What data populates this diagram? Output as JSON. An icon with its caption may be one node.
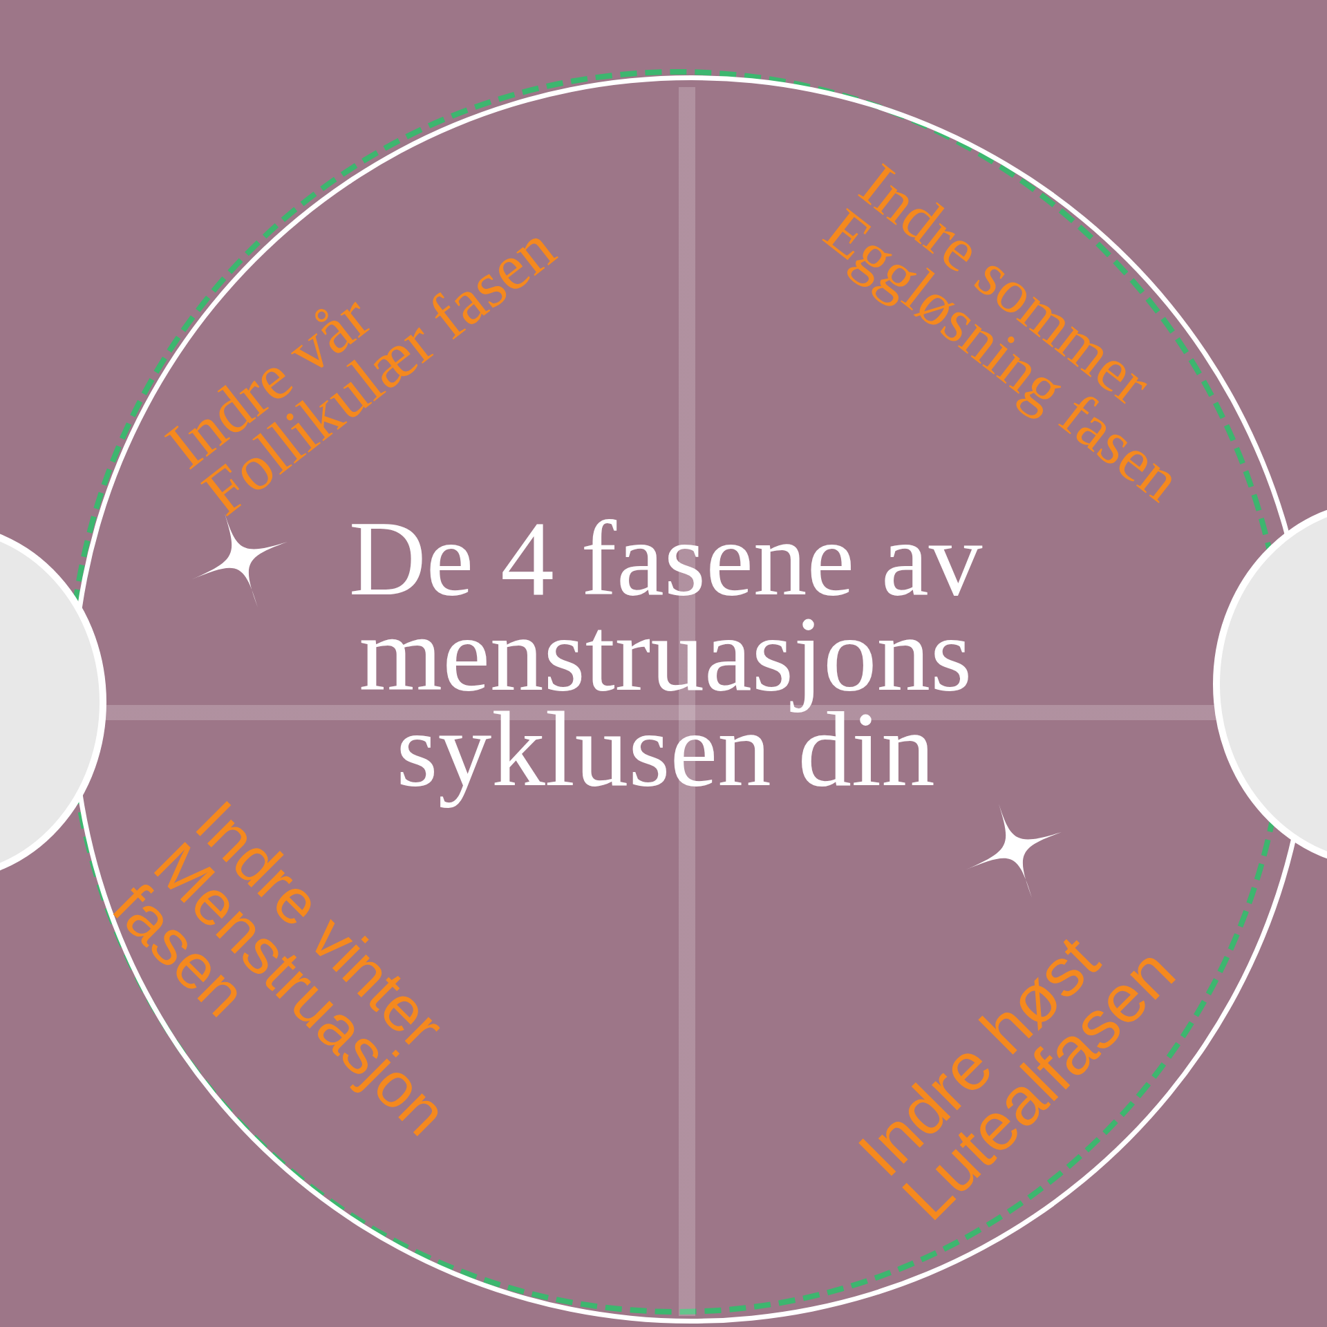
{
  "diagram": {
    "title": "De 4 fasene av menstruasjons syklusen din",
    "nodes": [
      {
        "text": [
          "Indre vår Follikulær fasen",
          "Indre sommer Eggløsning fasen",
          "Indre vinter Menstruasjon fasen",
          "Indre høst Lutealfasen"
        ]
      },
      {
        "text": [],
        "shape": "circle"
      },
      {
        "text": [],
        "shape": "circle"
      }
    ]
  }
}
